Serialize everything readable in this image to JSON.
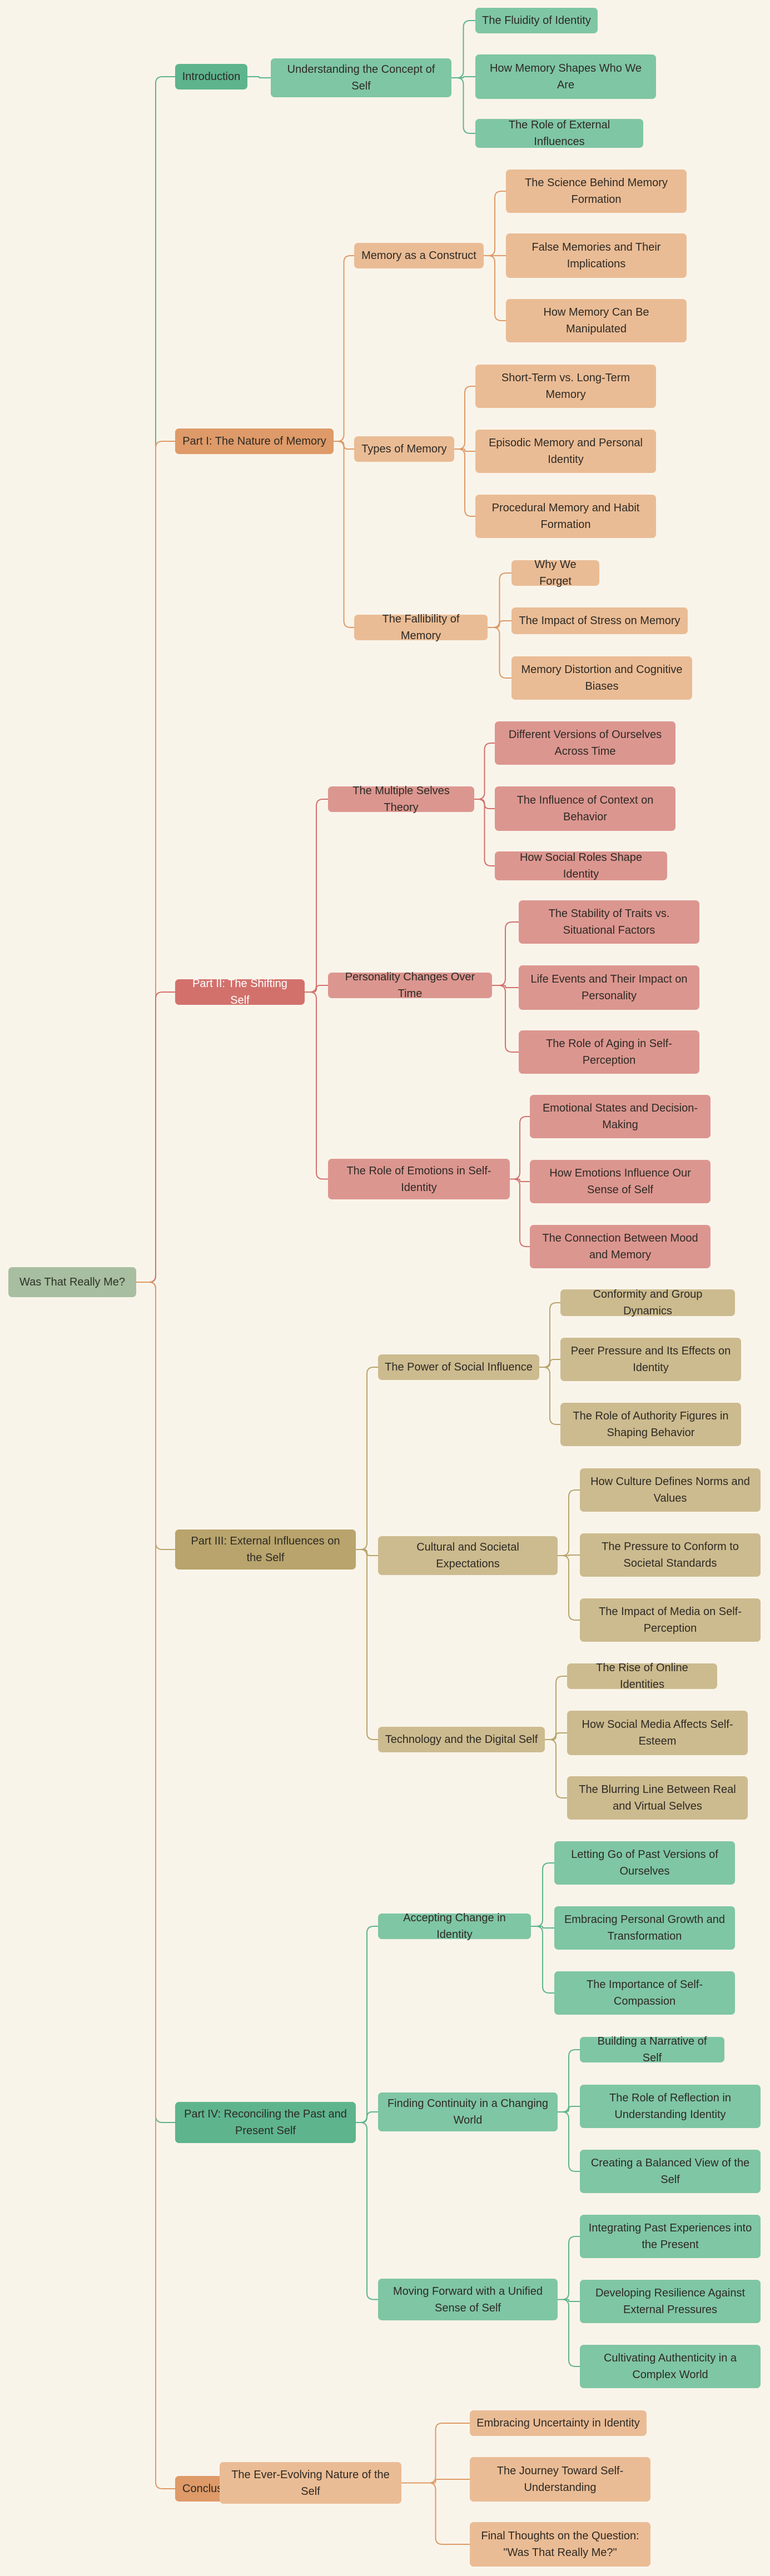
{
  "root": {
    "label": "Was That Really Me?"
  },
  "branches": [
    {
      "id": "intro",
      "label": "Introduction",
      "color": "#5eb48d",
      "light": "#7fc6a4",
      "children": [
        {
          "label": "Understanding the Concept of Self",
          "children": [
            "The Fluidity of Identity",
            "How Memory Shapes Who We Are",
            "The Role of External Influences"
          ]
        }
      ]
    },
    {
      "id": "p1",
      "label": "Part I: The Nature of Memory",
      "color": "#de9a68",
      "light": "#eabc95",
      "children": [
        {
          "label": "Memory as a Construct",
          "children": [
            "The Science Behind Memory Formation",
            "False Memories and Their Implications",
            "How Memory Can Be Manipulated"
          ]
        },
        {
          "label": "Types of Memory",
          "children": [
            "Short-Term vs. Long-Term Memory",
            "Episodic Memory and Personal Identity",
            "Procedural Memory and Habit Formation"
          ]
        },
        {
          "label": "The Fallibility of Memory",
          "children": [
            "Why We Forget",
            "The Impact of Stress on Memory",
            "Memory Distortion and Cognitive Biases"
          ]
        }
      ]
    },
    {
      "id": "p2",
      "label": "Part II: The Shifting Self",
      "color": "#d2716c",
      "light": "#dc9690",
      "children": [
        {
          "label": "The Multiple Selves Theory",
          "children": [
            "Different Versions of Ourselves Across Time",
            "The Influence of Context on Behavior",
            "How Social Roles Shape Identity"
          ]
        },
        {
          "label": "Personality Changes Over Time",
          "children": [
            "The Stability of Traits vs. Situational Factors",
            "Life Events and Their Impact on Personality",
            "The Role of Aging in Self-Perception"
          ]
        },
        {
          "label": "The Role of Emotions in Self-Identity",
          "children": [
            "Emotional States and Decision-Making",
            "How Emotions Influence Our Sense of Self",
            "The Connection Between Mood and Memory"
          ]
        }
      ]
    },
    {
      "id": "p3",
      "label": "Part III: External Influences on the Self",
      "color": "#b8a46c",
      "light": "#ccbb8f",
      "children": [
        {
          "label": "The Power of Social Influence",
          "children": [
            "Conformity and Group Dynamics",
            "Peer Pressure and Its Effects on Identity",
            "The Role of Authority Figures in Shaping Behavior"
          ]
        },
        {
          "label": "Cultural and Societal Expectations",
          "children": [
            "How Culture Defines Norms and Values",
            "The Pressure to Conform to Societal Standards",
            "The Impact of Media on Self-Perception"
          ]
        },
        {
          "label": "Technology and the Digital Self",
          "children": [
            "The Rise of Online Identities",
            "How Social Media Affects Self-Esteem",
            "The Blurring Line Between Real and Virtual Selves"
          ]
        }
      ]
    },
    {
      "id": "p4",
      "label": "Part IV: Reconciling the Past and Present Self",
      "color": "#5eb48d",
      "light": "#7fc6a4",
      "children": [
        {
          "label": "Accepting Change in Identity",
          "children": [
            "Letting Go of Past Versions of Ourselves",
            "Embracing Personal Growth and Transformation",
            "The Importance of Self-Compassion"
          ]
        },
        {
          "label": "Finding Continuity in a Changing World",
          "children": [
            "Building a Narrative of Self",
            "The Role of Reflection in Understanding Identity",
            "Creating a Balanced View of the Self"
          ]
        },
        {
          "label": "Moving Forward with a Unified Sense of Self",
          "children": [
            "Integrating Past Experiences into the Present",
            "Developing Resilience Against External Pressures",
            "Cultivating Authenticity in a Complex World"
          ]
        }
      ]
    },
    {
      "id": "concl",
      "label": "Conclusion",
      "color": "#de9a68",
      "light": "#eabc95",
      "children": [
        {
          "label": "The Ever-Evolving Nature of the Self",
          "children": [
            "Embracing Uncertainty in Identity",
            "The Journey Toward Self-Understanding",
            "Final Thoughts on the Question: \"Was That Really Me?\""
          ]
        }
      ]
    }
  ]
}
